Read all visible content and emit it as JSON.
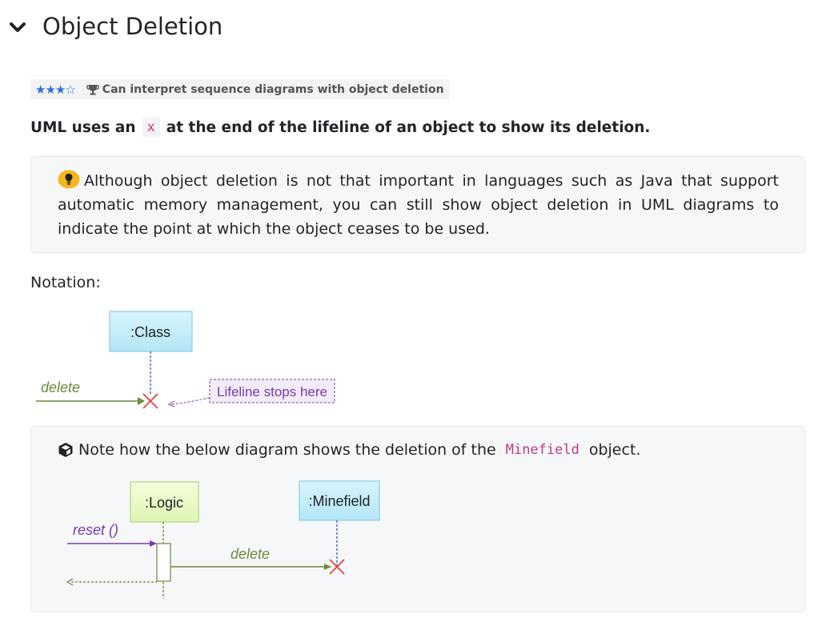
{
  "header": {
    "title": "Object Deletion",
    "collapse_icon": "chevron-down-icon"
  },
  "badge": {
    "stars": "★★★☆",
    "icon": "trophy-icon",
    "text": "Can interpret sequence diagrams with object deletion"
  },
  "lead": {
    "before": "UML uses an",
    "code": "x",
    "after": "at the end of the lifeline of an object to show its deletion."
  },
  "tip": {
    "icon": "lightbulb-icon",
    "text": "Although object deletion is not that important in languages such as Java that support automatic memory management, you can still show object deletion in UML diagrams to indicate the point at which the object ceases to be used."
  },
  "notation": {
    "label": "Notation:",
    "diagram": {
      "object": ":Class",
      "message": "delete",
      "callout": "Lifeline stops here"
    }
  },
  "example": {
    "icon": "cube-icon",
    "before": "Note how the below diagram shows the deletion of the",
    "code": "Minefield",
    "after": "object.",
    "diagram": {
      "object1": ":Logic",
      "object2": ":Minefield",
      "message1": "reset ()",
      "message2": "delete"
    }
  },
  "colors": {
    "class_box": "#c6eefb",
    "logic_box": "#eafcc6",
    "message_green": "#6b8a3a",
    "message_purple": "#7a3bb0",
    "delete_x": "#e53935",
    "stars": "#2f6fd6",
    "code": "#d63384"
  }
}
